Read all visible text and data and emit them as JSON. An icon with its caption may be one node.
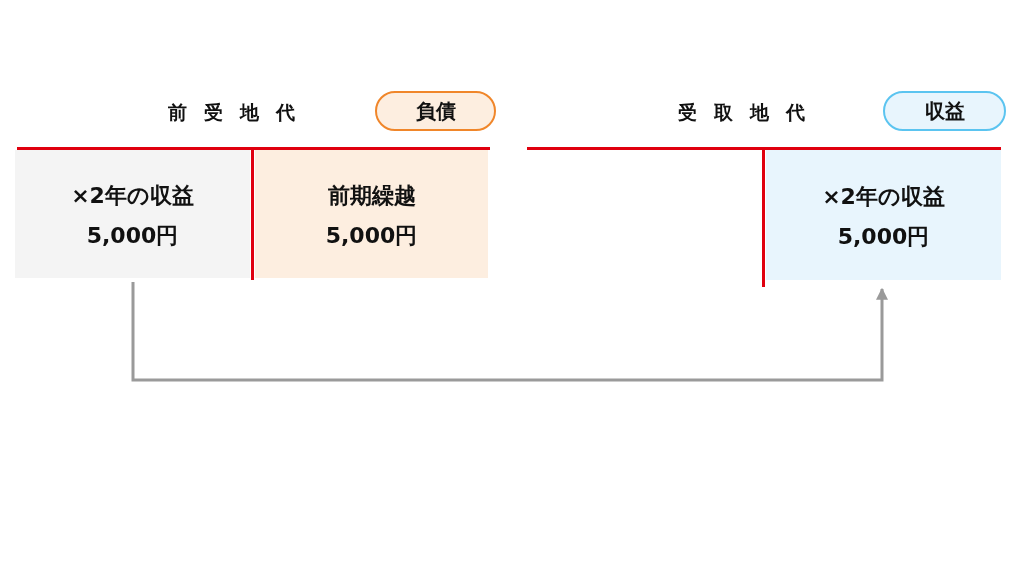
{
  "diagram": {
    "nodes": [
      {
        "text": [
          "負債"
        ]
      },
      {
        "text": [
          "×2年の収益",
          "5,000円"
        ]
      },
      {
        "text": [
          "前期繰越",
          "5,000円"
        ]
      },
      {
        "text": [
          "収益"
        ]
      },
      {
        "text": [
          "×2年の収益",
          "5,000円"
        ]
      }
    ],
    "edges": [
      {
        "from": 1,
        "to": 4,
        "arrow": "to"
      }
    ],
    "labels": [
      "前受地代",
      "受取地代"
    ]
  }
}
